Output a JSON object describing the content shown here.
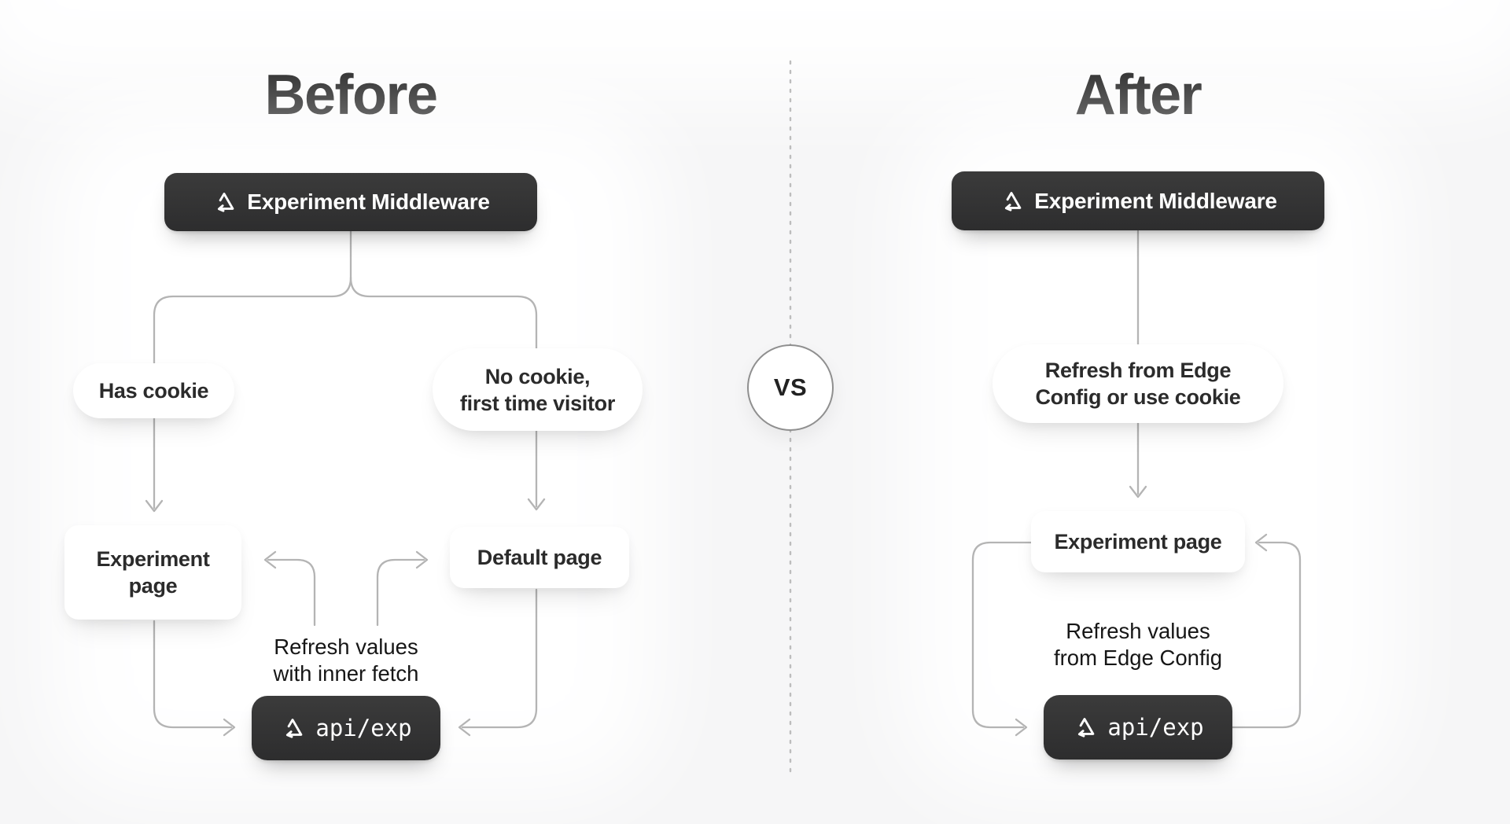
{
  "colors": {
    "background": "#f6f6f7",
    "connector_line": "#b4b4b4",
    "dark_node": "#323232",
    "node_text": "#2b2b2b"
  },
  "titles": {
    "before": "Before",
    "after": "After"
  },
  "divider": {
    "vs_label": "VS"
  },
  "before": {
    "middleware": {
      "label": "Experiment Middleware",
      "icon": "statsig-triangle-icon"
    },
    "has_cookie_pill": {
      "label": "Has cookie"
    },
    "no_cookie_pill": {
      "lines": [
        "No cookie,",
        "first time visitor"
      ]
    },
    "experiment_page": {
      "label": "Experiment page"
    },
    "default_page": {
      "label": "Default page"
    },
    "refresh_note": {
      "lines": [
        "Refresh values",
        "with inner fetch"
      ]
    },
    "api": {
      "label": "api/exp",
      "icon": "statsig-triangle-icon"
    }
  },
  "after": {
    "middleware": {
      "label": "Experiment Middleware",
      "icon": "statsig-triangle-icon"
    },
    "refresh_pill": {
      "lines": [
        "Refresh from Edge",
        "Config or use cookie"
      ]
    },
    "experiment_page": {
      "label": "Experiment page"
    },
    "refresh_note": {
      "lines": [
        "Refresh values",
        "from Edge Config"
      ]
    },
    "api": {
      "label": "api/exp",
      "icon": "statsig-triangle-icon"
    }
  }
}
